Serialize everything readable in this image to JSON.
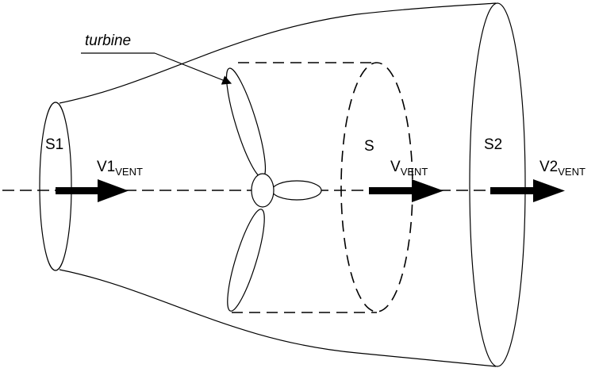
{
  "labels": {
    "turbine": "turbine",
    "s1": "S1",
    "s": "S",
    "s2": "S2",
    "v1_main": "V1",
    "v1_sub": "VENT",
    "v_main": "V",
    "v_sub": "VENT",
    "v2_main": "V2",
    "v2_sub": "VENT"
  },
  "colors": {
    "stroke": "#000000",
    "background": "#ffffff"
  }
}
